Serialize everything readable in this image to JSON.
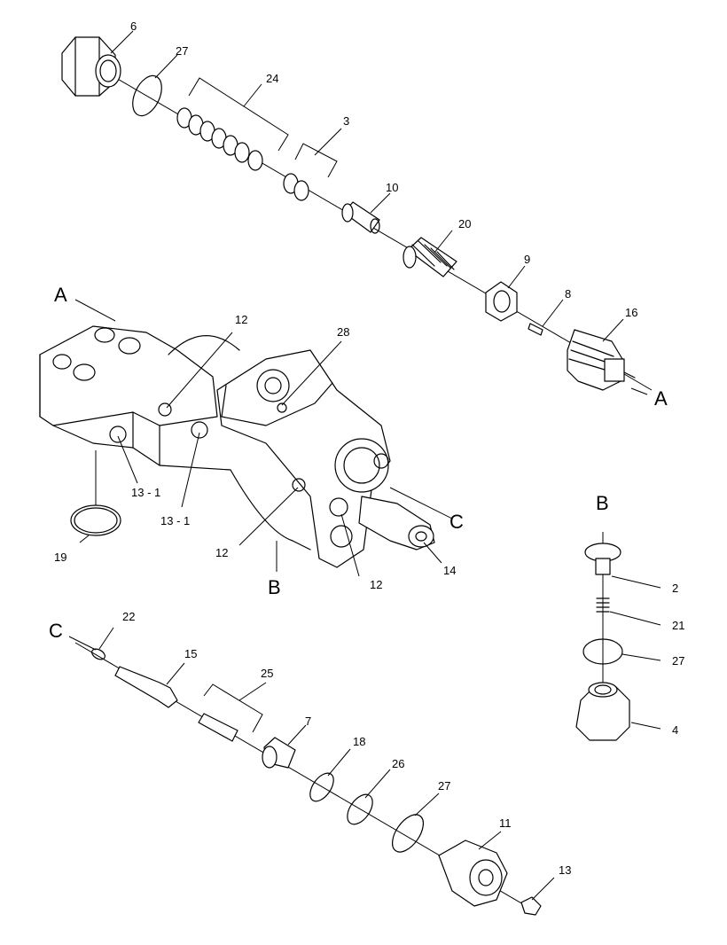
{
  "callouts": {
    "n6": "6",
    "n27a": "27",
    "n24": "24",
    "n3": "3",
    "n10": "10",
    "n20": "20",
    "n9": "9",
    "n8": "8",
    "n16": "16",
    "n12a": "12",
    "n28": "28",
    "n13_1a": "13 - 1",
    "n13_1b": "13 - 1",
    "n19": "19",
    "n12b": "12",
    "n12c": "12",
    "n14": "14",
    "n2": "2",
    "n21": "21",
    "n27b": "27",
    "n4": "4",
    "n22": "22",
    "n15": "15",
    "n25": "25",
    "n7": "7",
    "n18": "18",
    "n26": "26",
    "n27c": "27",
    "n11": "11",
    "n13": "13"
  },
  "view_letters": {
    "a_left": "A",
    "a_right": "A",
    "b_main": "B",
    "b_right": "B",
    "c_main": "C",
    "c_lower": "C"
  }
}
